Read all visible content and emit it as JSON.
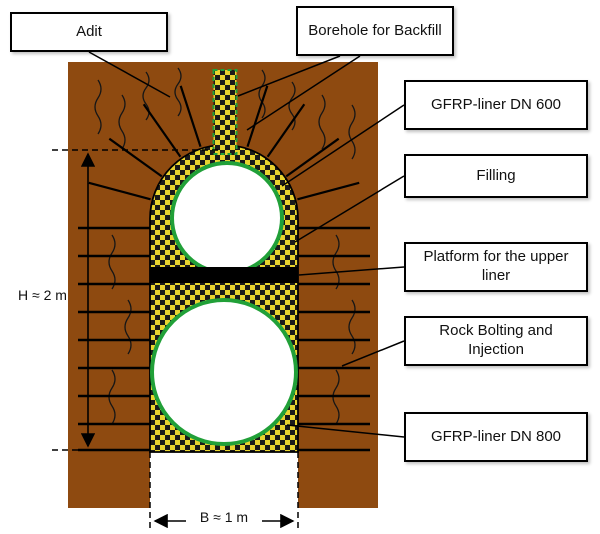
{
  "figure": {
    "type": "engineering-diagram",
    "subject": "Adit cross-section with GFRP liners",
    "labels": {
      "adit": "Adit",
      "borehole": "Borehole for Backfill",
      "gfrp_600": "GFRP-liner DN 600",
      "filling": "Filling",
      "platform": "Platform for the upper liner",
      "rock_bolting": "Rock Bolting and Injection",
      "gfrp_800": "GFRP-liner DN 800"
    },
    "dimensions": {
      "height": "H ≈ 2 m",
      "width": "B ≈ 1 m"
    },
    "colors": {
      "rock_brown": "#8e4a10",
      "backfill_yellow": "#e8d42f",
      "liner_green": "#21a038",
      "platform_black": "#000000",
      "background": "#ffffff"
    }
  }
}
